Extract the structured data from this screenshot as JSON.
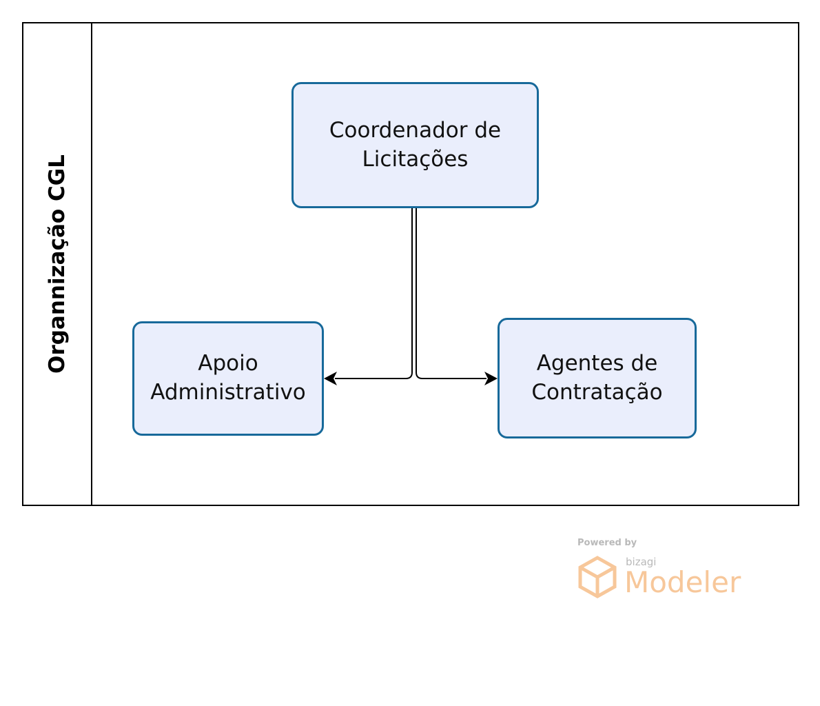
{
  "pool": {
    "lane_title": "Organnização CGL"
  },
  "nodes": {
    "top": {
      "label_line1": "Coordenador de",
      "label_line2": "Licitações"
    },
    "left": {
      "label_line1": "Apoio",
      "label_line2": "Administrativo"
    },
    "right": {
      "label_line1": "Agentes de",
      "label_line2": "Contratação"
    }
  },
  "colors": {
    "node_fill": "#eaeefc",
    "node_border": "#17699a",
    "line": "#000000"
  },
  "watermark": {
    "powered_by": "Powered by",
    "brand": "bizagi",
    "product": "Modeler",
    "icon": "cube-logo-icon"
  }
}
